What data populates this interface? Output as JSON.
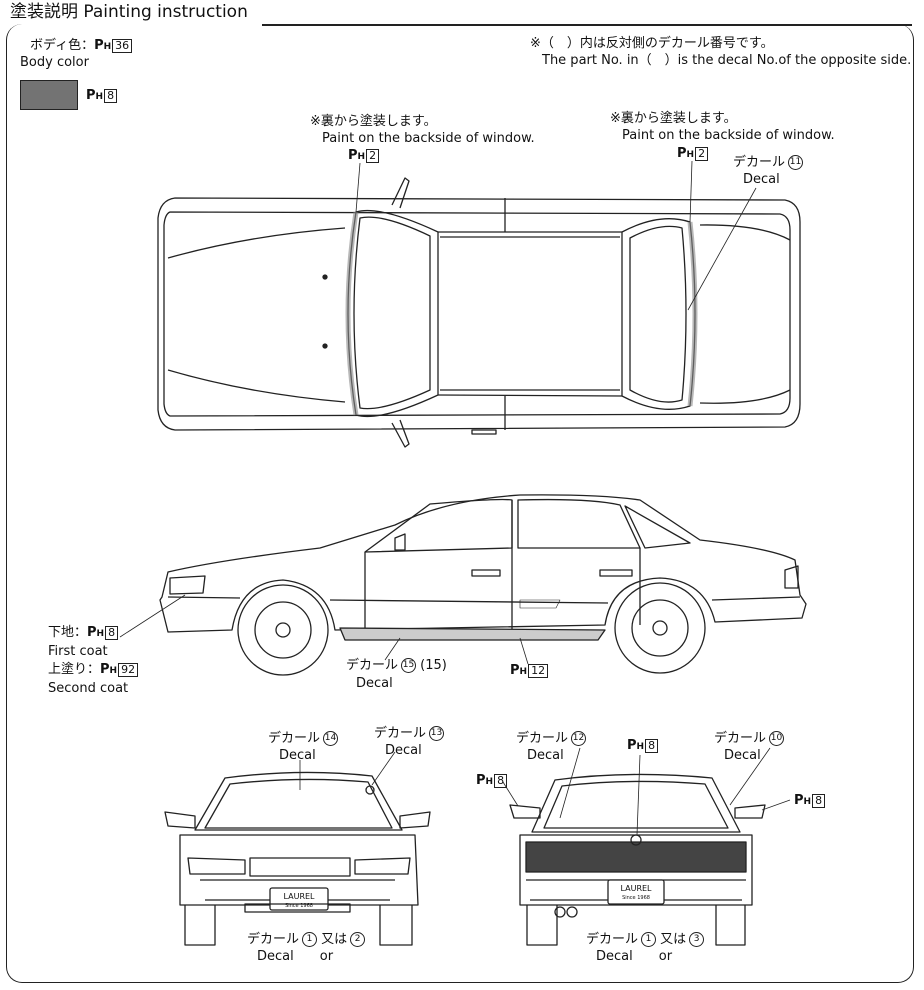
{
  "header": {
    "title_jp": "塗装説明",
    "title_en": "Painting instruction"
  },
  "body_color": {
    "label_jp": "ボディ色：",
    "paint_code": "36",
    "label_en": "Body color",
    "swatch_code": "8",
    "swatch_color": "#737373"
  },
  "note_opposite": {
    "jp": "※（　）内は反対側のデカール番号です。",
    "en": "The part No. in（　）is the decal No.of the opposite side."
  },
  "top_view": {
    "rear_window_note_jp": "※裏から塗装します。",
    "rear_window_note_en": "Paint on the backside of window.",
    "rear_window_code": "2",
    "front_window_note_jp": "※裏から塗装します。",
    "front_window_note_en": "Paint on the backside of window.",
    "front_window_code": "2",
    "decal_jp": "デカール",
    "decal_en": "Decal",
    "decal_no": "11"
  },
  "side_view": {
    "first_coat_jp": "下地：",
    "first_coat_code": "8",
    "first_coat_en": "First coat",
    "second_coat_jp": "上塗り：",
    "second_coat_code": "92",
    "second_coat_en": "Second coat",
    "decal_jp": "デカール",
    "decal_en": "Decal",
    "decal_no": "15",
    "decal_opposite": "(15)",
    "sill_code": "12"
  },
  "front_view": {
    "decal_jp_a": "デカール",
    "decal_en_a": "Decal",
    "decal_no_a": "14",
    "decal_jp_b": "デカール",
    "decal_en_b": "Decal",
    "decal_no_b": "13",
    "plate_text": "LAUREL",
    "plate_sub": "Since 1968",
    "bottom_decal_jp": "デカール",
    "bottom_or_jp": "又は",
    "bottom_decal_en": "Decal",
    "bottom_or_en": "or",
    "bottom_no_1": "1",
    "bottom_no_2": "2"
  },
  "rear_view": {
    "decal_jp_a": "デカール",
    "decal_en_a": "Decal",
    "decal_no_a": "12",
    "decal_jp_b": "デカール",
    "decal_en_b": "Decal",
    "decal_no_b": "10",
    "center_code": "8",
    "left_mirror_code": "8",
    "right_mirror_code": "8",
    "plate_text": "LAUREL",
    "plate_sub": "Since 1968",
    "bottom_decal_jp": "デカール",
    "bottom_or_jp": "又は",
    "bottom_decal_en": "Decal",
    "bottom_or_en": "or",
    "bottom_no_1": "1",
    "bottom_no_3": "3"
  }
}
